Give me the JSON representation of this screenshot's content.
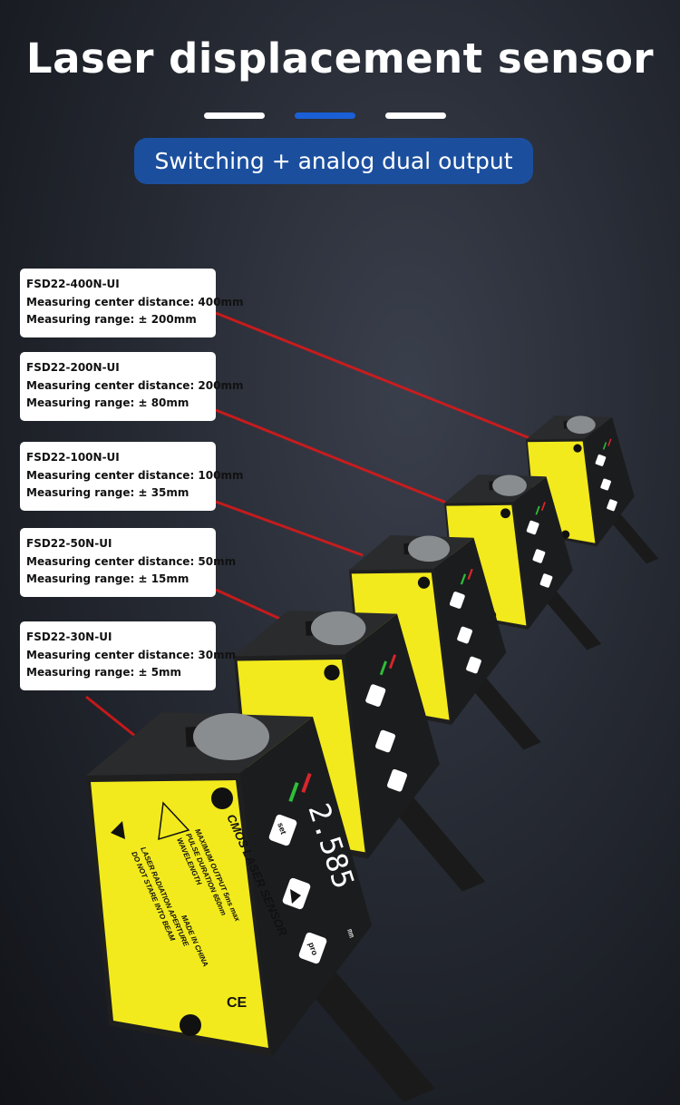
{
  "title": "Laser displacement sensor",
  "subtitle": "Switching + analog dual output",
  "indicator": {
    "active_index": 1,
    "count": 3,
    "active_color": "#1a5fd6",
    "inactive_color": "#ffffff"
  },
  "models": [
    {
      "name": "FSD22-400N-UI",
      "center": "Measuring center distance: 400mm",
      "range": "Measuring range: ± 200mm"
    },
    {
      "name": "FSD22-200N-UI",
      "center": "Measuring center distance: 200mm",
      "range": "Measuring range: ± 80mm"
    },
    {
      "name": "FSD22-100N-UI",
      "center": "Measuring center distance: 100mm",
      "range": "Measuring range: ± 35mm"
    },
    {
      "name": "FSD22-50N-UI",
      "center": "Measuring center distance: 50mm",
      "range": "Measuring range: ± 15mm"
    },
    {
      "name": "FSD22-30N-UI",
      "center": "Measuring center distance: 30mm",
      "range": "Measuring range: ± 5mm"
    }
  ],
  "sensor_label": {
    "brand": "CMOS LASER SENSOR",
    "line1": "MAXIMUM OUTPUT   5ms max",
    "line2": "PULSE DURATION   650nm",
    "line3": "WAVELENGTH",
    "line4": "MADE IN CHINA",
    "warn1": "LASER RADIATION APERTURE",
    "warn2": "DO NOT STARE INTO BEAM",
    "display": "2.585",
    "set": "set",
    "pro": "pro",
    "unit": "mm",
    "ce": "CE"
  }
}
